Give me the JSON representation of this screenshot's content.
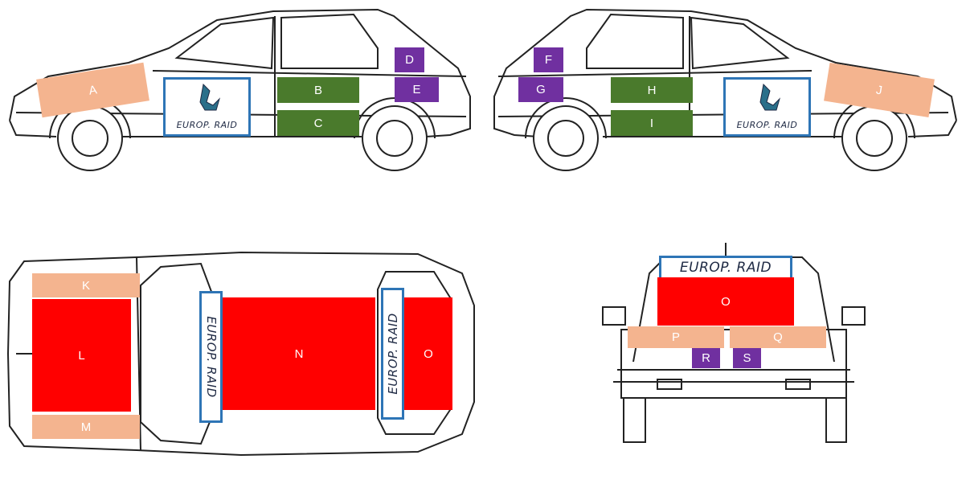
{
  "colors": {
    "tan": "#f4b48f",
    "green": "#4a7a2c",
    "purple": "#7030a0",
    "red": "#ff0000",
    "logo_border": "#2e75b6"
  },
  "logo": {
    "text": "EUROP. RAID"
  },
  "left_side": {
    "zones": {
      "A": "A",
      "B": "B",
      "C": "C",
      "D": "D",
      "E": "E"
    }
  },
  "right_side": {
    "zones": {
      "F": "F",
      "G": "G",
      "H": "H",
      "I": "I",
      "J": "J"
    }
  },
  "top_view": {
    "zones": {
      "K": "K",
      "L": "L",
      "M": "M",
      "N": "N",
      "O": "O"
    }
  },
  "rear_view": {
    "zones": {
      "O": "O",
      "P": "P",
      "Q": "Q",
      "R": "R",
      "S": "S"
    }
  }
}
